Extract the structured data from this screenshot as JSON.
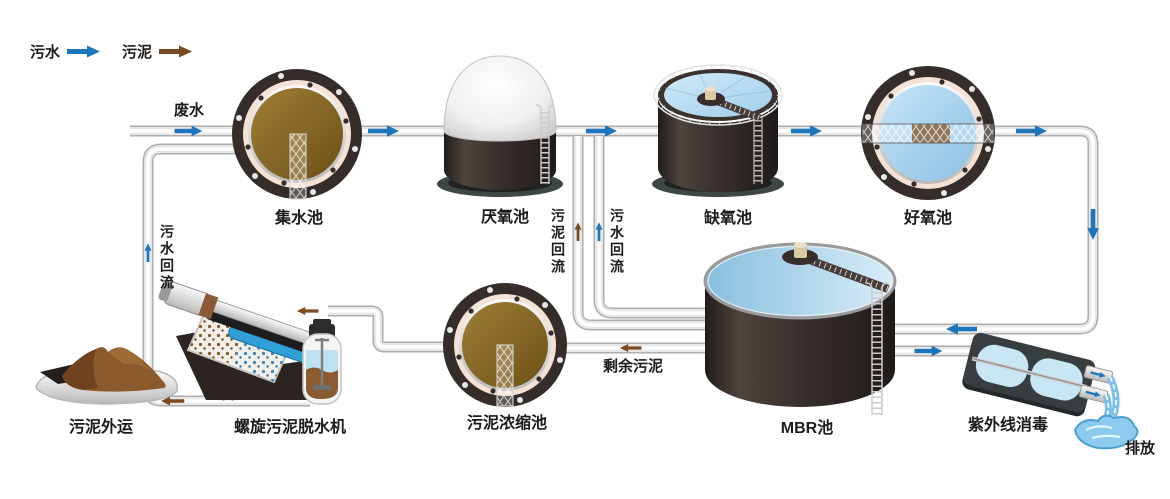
{
  "legend": {
    "items": [
      {
        "label": "污水",
        "key": "wastewater"
      },
      {
        "label": "污泥",
        "key": "sludge"
      }
    ]
  },
  "colors": {
    "wastewater": "#1d76bc",
    "sludge": "#7a4a22"
  },
  "labels": {
    "feed": "废水",
    "collection_tank": "集水池",
    "anaerobic_tank": "厌氧池",
    "anoxic_tank": "缺氧池",
    "aerobic_tank": "好氧池",
    "mbr_tank": "MBR池",
    "sludge_thickening_tank": "污泥浓缩池",
    "screw_dewatering_machine": "螺旋污泥脱水机",
    "sludge_transport": "污泥外运",
    "uv_disinfection": "紫外线消毒",
    "discharge": "排放",
    "sewage_return_left": "污水回流",
    "sludge_return": "污泥回流",
    "sewage_return_mid": "污水回流",
    "excess_sludge": "剩余污泥"
  }
}
